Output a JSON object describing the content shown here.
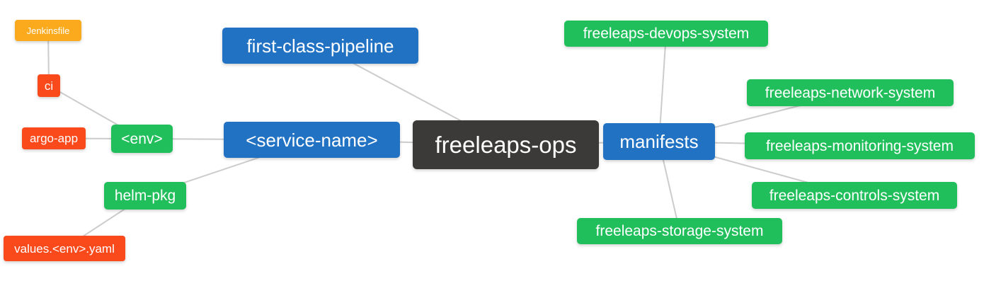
{
  "diagram": {
    "type": "mindmap",
    "root": "freeleaps-ops",
    "palette": {
      "background": "#ffffff",
      "text": "#ffffff",
      "edge": "#cccccc",
      "level1_root": "#3c3a38",
      "level2_blue": "#2272c4",
      "level3_green": "#21bf5b",
      "level4_red": "#fa4a1b",
      "level5_orange": "#faaa1c"
    },
    "nodes": [
      {
        "id": "jenkinsfile",
        "label": "Jenkinsfile",
        "level": 5,
        "color": "#faaa1c"
      },
      {
        "id": "ci",
        "label": "ci",
        "level": 4,
        "color": "#fa4a1b"
      },
      {
        "id": "argo-app",
        "label": "argo-app",
        "level": 4,
        "color": "#fa4a1b"
      },
      {
        "id": "env",
        "label": "<env>",
        "level": 3,
        "color": "#21bf5b"
      },
      {
        "id": "helm-pkg",
        "label": "helm-pkg",
        "level": 3,
        "color": "#21bf5b"
      },
      {
        "id": "values-env-yaml",
        "label": "values.<env>.yaml",
        "level": 4,
        "color": "#fa4a1b"
      },
      {
        "id": "first-class-pipeline",
        "label": "first-class-pipeline",
        "level": 2,
        "color": "#2272c4"
      },
      {
        "id": "service-name",
        "label": "<service-name>",
        "level": 2,
        "color": "#2272c4"
      },
      {
        "id": "freeleaps-ops",
        "label": "freeleaps-ops",
        "level": 1,
        "color": "#3c3a38"
      },
      {
        "id": "manifests",
        "label": "manifests",
        "level": 2,
        "color": "#2272c4"
      },
      {
        "id": "freeleaps-devops-system",
        "label": "freeleaps-devops-system",
        "level": 3,
        "color": "#21bf5b"
      },
      {
        "id": "freeleaps-network-system",
        "label": "freeleaps-network-system",
        "level": 3,
        "color": "#21bf5b"
      },
      {
        "id": "freeleaps-monitoring-system",
        "label": "freeleaps-monitoring-system",
        "level": 3,
        "color": "#21bf5b"
      },
      {
        "id": "freeleaps-controls-system",
        "label": "freeleaps-controls-system",
        "level": 3,
        "color": "#21bf5b"
      },
      {
        "id": "freeleaps-storage-system",
        "label": "freeleaps-storage-system",
        "level": 3,
        "color": "#21bf5b"
      }
    ],
    "edges": [
      {
        "from": "jenkinsfile",
        "to": "ci"
      },
      {
        "from": "ci",
        "to": "env"
      },
      {
        "from": "argo-app",
        "to": "env"
      },
      {
        "from": "env",
        "to": "service-name"
      },
      {
        "from": "helm-pkg",
        "to": "service-name"
      },
      {
        "from": "values-env-yaml",
        "to": "helm-pkg"
      },
      {
        "from": "first-class-pipeline",
        "to": "freeleaps-ops"
      },
      {
        "from": "service-name",
        "to": "freeleaps-ops"
      },
      {
        "from": "freeleaps-ops",
        "to": "manifests"
      },
      {
        "from": "manifests",
        "to": "freeleaps-devops-system"
      },
      {
        "from": "manifests",
        "to": "freeleaps-network-system"
      },
      {
        "from": "manifests",
        "to": "freeleaps-monitoring-system"
      },
      {
        "from": "manifests",
        "to": "freeleaps-controls-system"
      },
      {
        "from": "manifests",
        "to": "freeleaps-storage-system"
      }
    ]
  }
}
